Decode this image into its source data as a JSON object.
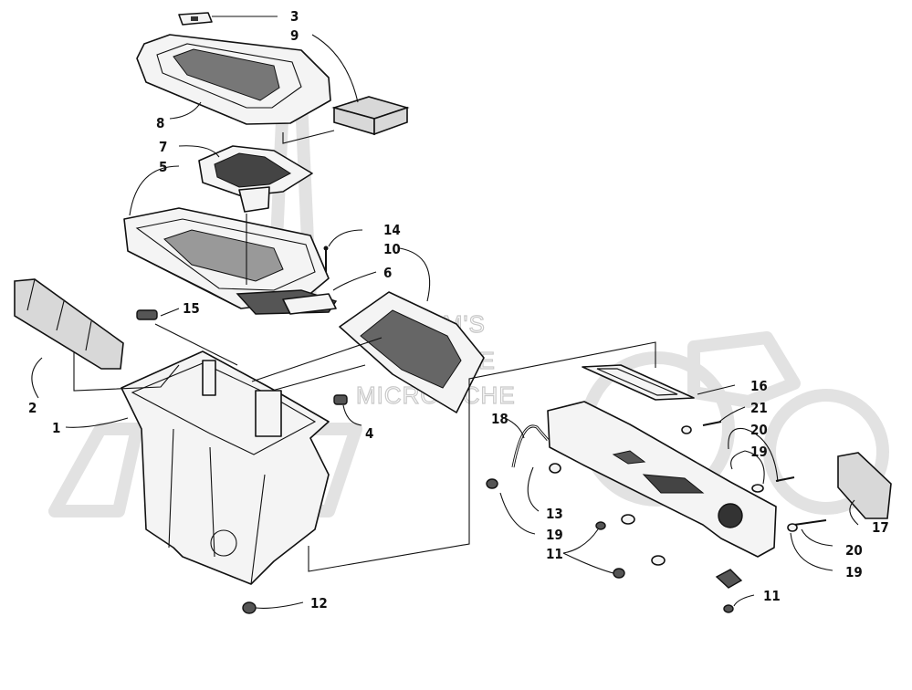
{
  "watermark": {
    "lines": [
      "HL-M'S",
      "ONLINE",
      "MICROFICHE"
    ]
  },
  "callouts": [
    {
      "id": "c3",
      "text": "3"
    },
    {
      "id": "c9",
      "text": "9"
    },
    {
      "id": "c8",
      "text": "8"
    },
    {
      "id": "c7",
      "text": "7"
    },
    {
      "id": "c5",
      "text": "5"
    },
    {
      "id": "c14",
      "text": "14"
    },
    {
      "id": "c10",
      "text": "10"
    },
    {
      "id": "c6",
      "text": "6"
    },
    {
      "id": "c15",
      "text": "15"
    },
    {
      "id": "c2",
      "text": "2"
    },
    {
      "id": "c1",
      "text": "1"
    },
    {
      "id": "c4",
      "text": "4"
    },
    {
      "id": "c12",
      "text": "12"
    },
    {
      "id": "c16",
      "text": "16"
    },
    {
      "id": "c21",
      "text": "21"
    },
    {
      "id": "c20a",
      "text": "20"
    },
    {
      "id": "c19a",
      "text": "19"
    },
    {
      "id": "c18",
      "text": "18"
    },
    {
      "id": "c13",
      "text": "13"
    },
    {
      "id": "c19b",
      "text": "19"
    },
    {
      "id": "c11a",
      "text": "11"
    },
    {
      "id": "c17",
      "text": "17"
    },
    {
      "id": "c20b",
      "text": "20"
    },
    {
      "id": "c19c",
      "text": "19"
    },
    {
      "id": "c11b",
      "text": "11"
    }
  ]
}
